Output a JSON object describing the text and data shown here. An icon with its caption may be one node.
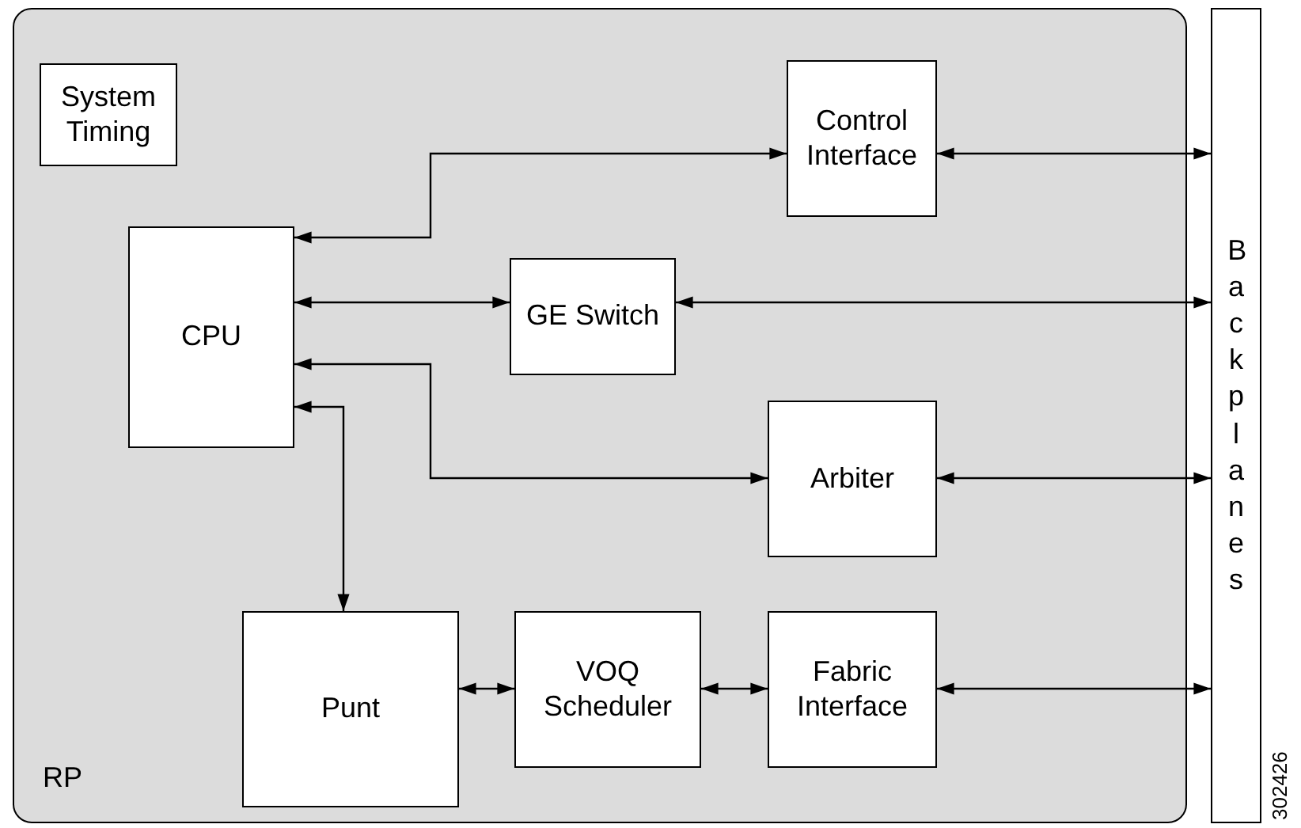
{
  "diagram": {
    "nodes": [
      {
        "text": [
          "RP"
        ]
      },
      {
        "text": [
          "System Timing"
        ],
        "in": 0
      },
      {
        "text": [
          "Control Interface"
        ],
        "in": 0
      },
      {
        "text": [
          "CPU"
        ],
        "in": 0
      },
      {
        "text": [
          "GE Switch"
        ],
        "in": 0
      },
      {
        "text": [
          "Arbiter"
        ],
        "in": 0
      },
      {
        "text": [
          "Punt"
        ],
        "in": 0
      },
      {
        "text": [
          "VOQ Scheduler"
        ],
        "in": 0
      },
      {
        "text": [
          "Fabric Interface"
        ],
        "in": 0
      },
      {
        "text": [
          "Backplanes"
        ]
      }
    ],
    "edges": [
      {
        "from": 3,
        "to": 2,
        "arrow": "both"
      },
      {
        "from": 2,
        "to": 9,
        "arrow": "both"
      },
      {
        "from": 3,
        "to": 4,
        "arrow": "both"
      },
      {
        "from": 4,
        "to": 9,
        "arrow": "both"
      },
      {
        "from": 3,
        "to": 5,
        "arrow": "both"
      },
      {
        "from": 5,
        "to": 9,
        "arrow": "both"
      },
      {
        "from": 3,
        "to": 6,
        "arrow": "both"
      },
      {
        "from": 6,
        "to": 7,
        "arrow": "both"
      },
      {
        "from": 7,
        "to": 8,
        "arrow": "both"
      },
      {
        "from": 8,
        "to": 9,
        "arrow": "both"
      }
    ],
    "labels": [
      "302426"
    ]
  }
}
